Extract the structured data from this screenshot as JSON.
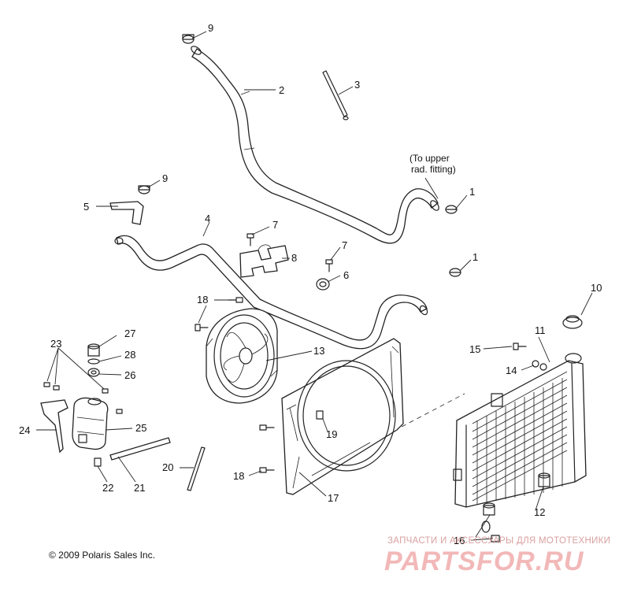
{
  "diagram": {
    "callouts": [
      {
        "id": "c1a",
        "text": "1"
      },
      {
        "id": "c1b",
        "text": "1"
      },
      {
        "id": "c2",
        "text": "2"
      },
      {
        "id": "c3",
        "text": "3"
      },
      {
        "id": "c4",
        "text": "4"
      },
      {
        "id": "c5",
        "text": "5"
      },
      {
        "id": "c6",
        "text": "6"
      },
      {
        "id": "c7a",
        "text": "7"
      },
      {
        "id": "c7b",
        "text": "7"
      },
      {
        "id": "c8",
        "text": "8"
      },
      {
        "id": "c9a",
        "text": "9"
      },
      {
        "id": "c9b",
        "text": "9"
      },
      {
        "id": "c10",
        "text": "10"
      },
      {
        "id": "c11",
        "text": "11"
      },
      {
        "id": "c12",
        "text": "12"
      },
      {
        "id": "c13",
        "text": "13"
      },
      {
        "id": "c14",
        "text": "14"
      },
      {
        "id": "c15",
        "text": "15"
      },
      {
        "id": "c16",
        "text": "16"
      },
      {
        "id": "c17",
        "text": "17"
      },
      {
        "id": "c18a",
        "text": "18"
      },
      {
        "id": "c18b",
        "text": "18"
      },
      {
        "id": "c19",
        "text": "19"
      },
      {
        "id": "c20",
        "text": "20"
      },
      {
        "id": "c21",
        "text": "21"
      },
      {
        "id": "c22",
        "text": "22"
      },
      {
        "id": "c23",
        "text": "23"
      },
      {
        "id": "c24",
        "text": "24"
      },
      {
        "id": "c25",
        "text": "25"
      },
      {
        "id": "c26",
        "text": "26"
      },
      {
        "id": "c27",
        "text": "27"
      },
      {
        "id": "c28",
        "text": "28"
      }
    ],
    "note_line1": "(To upper",
    "note_line2": "rad. fitting)"
  },
  "footer": {
    "copyright": "© 2009 Polaris Sales Inc."
  },
  "watermark": {
    "tagline": "ЗАПЧАСТИ И АКСЕССУАРЫ ДЛЯ МОТОТЕХНИКИ",
    "logo_text": "PARTSFOR.RU"
  }
}
